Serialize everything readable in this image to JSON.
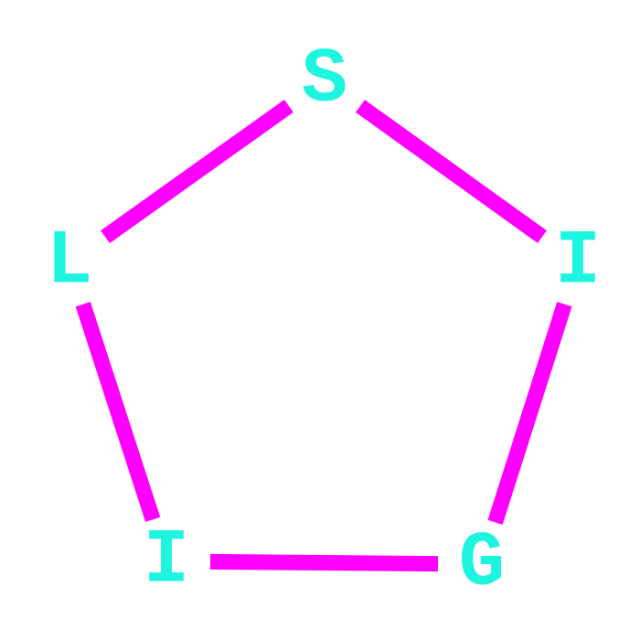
{
  "diagram": {
    "type": "pentagon-ring",
    "colors": {
      "background": "#ffffff",
      "node_text": "#1ef5e0",
      "edge": "#ff00ff"
    },
    "nodes": [
      {
        "id": "top",
        "label": "S"
      },
      {
        "id": "right",
        "label": "I"
      },
      {
        "id": "bottom-right",
        "label": "G"
      },
      {
        "id": "bottom-left",
        "label": "I"
      },
      {
        "id": "left",
        "label": "L"
      }
    ],
    "edges": [
      {
        "from": "top",
        "to": "right"
      },
      {
        "from": "right",
        "to": "bottom-right"
      },
      {
        "from": "bottom-right",
        "to": "bottom-left"
      },
      {
        "from": "bottom-left",
        "to": "left"
      },
      {
        "from": "left",
        "to": "top"
      }
    ]
  }
}
